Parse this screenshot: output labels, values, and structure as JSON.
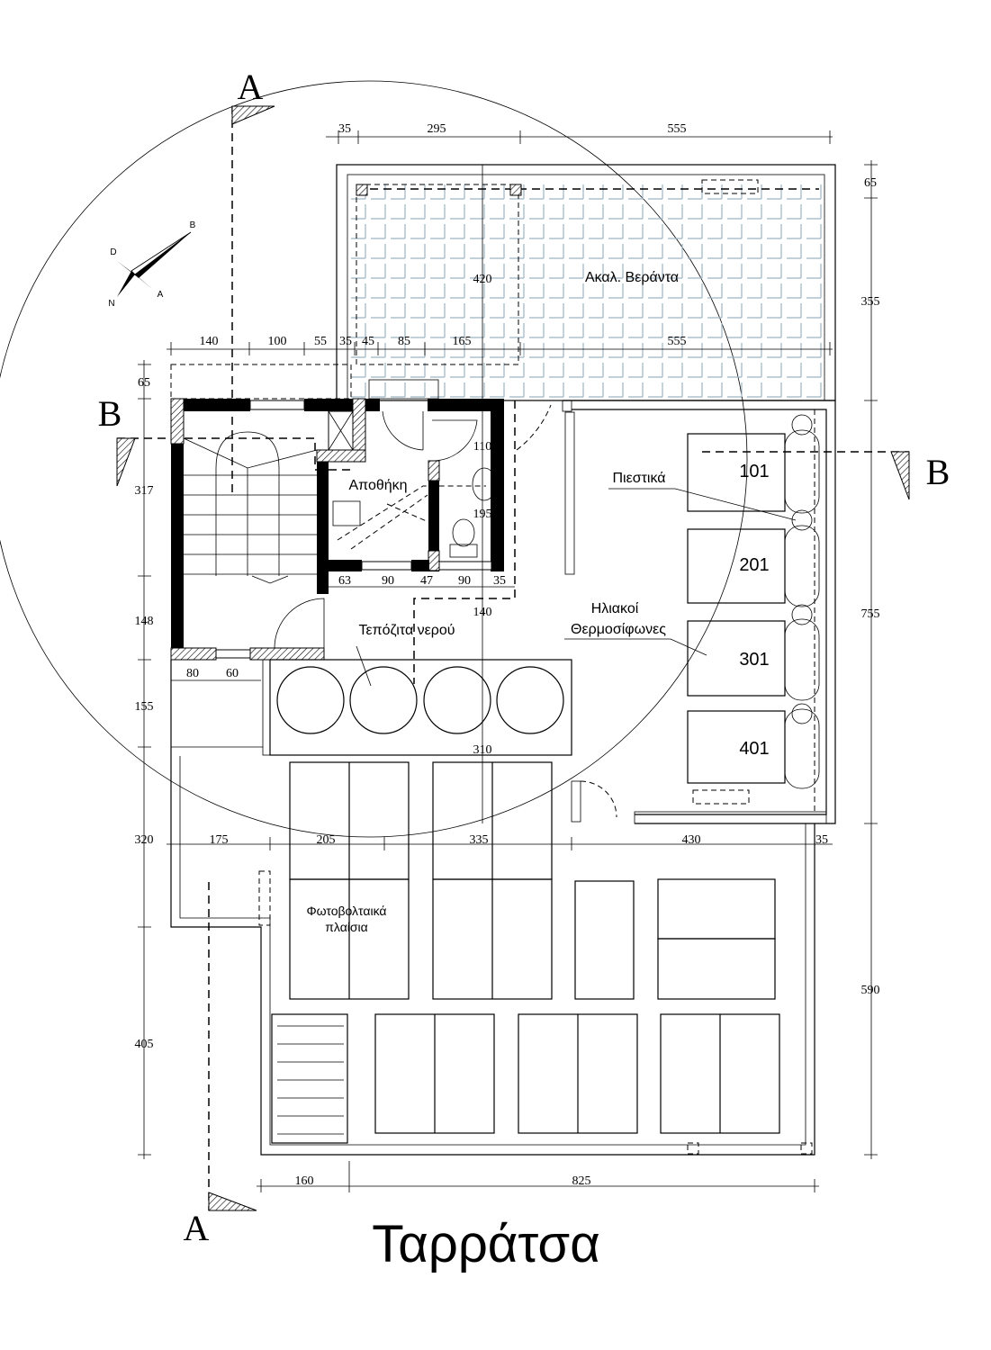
{
  "title": "Ταρράτσα",
  "rooms": {
    "veranda": "Ακαλ. Βεράντα",
    "storage": "Αποθήκη",
    "water_tanks": "Τεπόζιτα νερού",
    "pressure_pumps": "Πιεστικά",
    "solar_line1": "Ηλιακοί",
    "solar_line2": "Θερμοσίφωνες",
    "pv_line1": "Φωτοβολταικά",
    "pv_line2": "πλαίσια"
  },
  "heaters": [
    "101",
    "201",
    "301",
    "401"
  ],
  "sections": {
    "a_top": "A",
    "a_bottom": "A",
    "b_left": "B",
    "b_right": "B"
  },
  "compass": {
    "b": "B",
    "d": "D",
    "n": "N",
    "a": "A"
  },
  "dims": {
    "top": [
      "35",
      "295",
      "555"
    ],
    "second": [
      "140",
      "100",
      "55",
      "35",
      "45",
      "85",
      "165",
      "555"
    ],
    "right": [
      "65",
      "355",
      "755",
      "590"
    ],
    "left": [
      "65",
      "317",
      "148",
      "155",
      "320",
      "405"
    ],
    "interior": [
      "420",
      "110",
      "195",
      "63",
      "90",
      "47",
      "90",
      "35",
      "140",
      "80",
      "60",
      "310"
    ],
    "row": [
      "175",
      "205",
      "335",
      "430",
      "35"
    ],
    "bottom": [
      "160",
      "825"
    ]
  }
}
